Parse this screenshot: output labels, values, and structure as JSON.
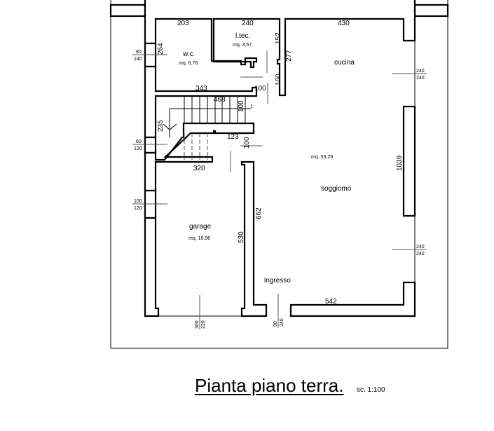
{
  "rooms": {
    "wc": {
      "name": "w.c.",
      "area": "mq. 6,76"
    },
    "ltec": {
      "name": "l.tec.",
      "area": "mq. 3,57"
    },
    "cucina": {
      "name": "cucina"
    },
    "soggiorno": {
      "name": "soggiomo",
      "area": "mq. 53,29"
    },
    "garage": {
      "name": "garage",
      "area": "mq. 16,96"
    },
    "ingresso": {
      "name": "ingresso"
    }
  },
  "dimensions": {
    "d203": "203",
    "d240": "240",
    "d430": "430",
    "d343": "343",
    "d468": "468",
    "d100a": "100",
    "d100b": "100",
    "d100c": "100",
    "d100d": "100",
    "d123": "123",
    "d320": "320",
    "d264": "264",
    "d152": "152",
    "d277": "277",
    "d235": "235",
    "d1039": "1039",
    "d662": "662",
    "d530": "530",
    "d542": "542"
  },
  "openings": [
    {
      "top": "80",
      "bottom": "140"
    },
    {
      "top": "60",
      "bottom": "120"
    },
    {
      "top": "100",
      "bottom": "120"
    },
    {
      "top": "240",
      "bottom": "240"
    },
    {
      "top": "240",
      "bottom": "240"
    },
    {
      "top": "300",
      "bottom": "220"
    },
    {
      "top": "90",
      "bottom": "240"
    }
  ],
  "title": "Pianta piano terra.",
  "scale": "sc. 1:100"
}
